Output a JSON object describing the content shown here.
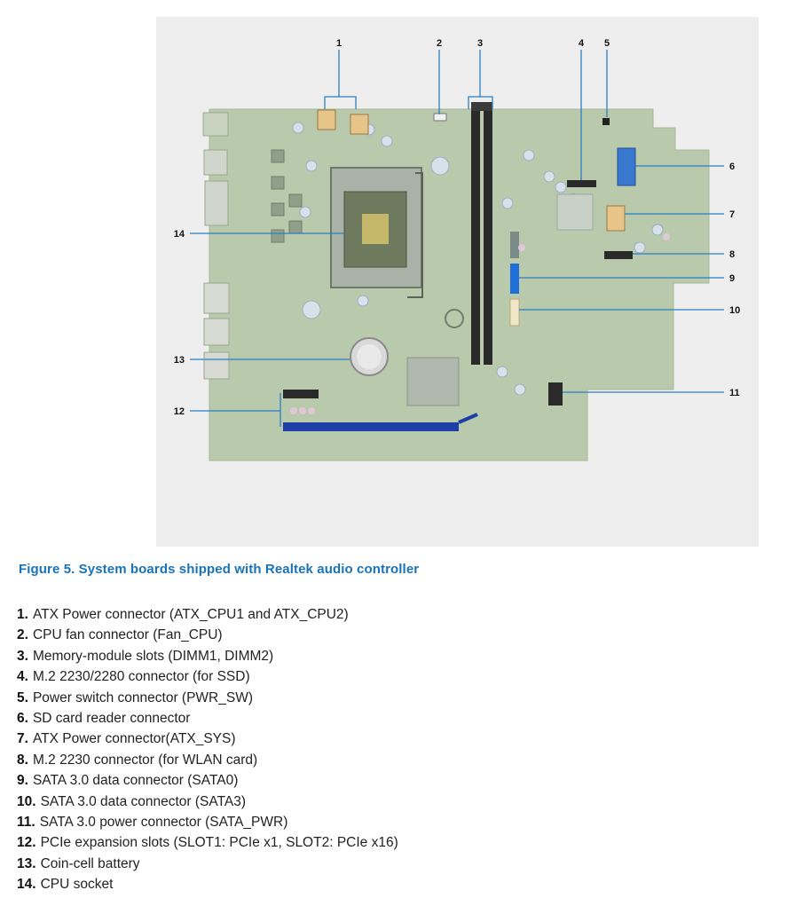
{
  "figure": {
    "caption": "Figure 5. System boards shipped with Realtek audio controller",
    "callouts": [
      "1",
      "2",
      "3",
      "4",
      "5",
      "6",
      "7",
      "8",
      "9",
      "10",
      "11",
      "12",
      "13",
      "14"
    ],
    "colors": {
      "board": "#b9c9ac",
      "panel": "#eeeeee",
      "dimm": "#2a2a2a",
      "pcie_x16": "#1f3fa8",
      "sata": "#1f6fd8",
      "power": "#e7c58a",
      "leader": "#2b7fc3",
      "caption": "#1a73b8"
    }
  },
  "legend": [
    {
      "num": "1.",
      "text": "ATX Power connector (ATX_CPU1 and ATX_CPU2)"
    },
    {
      "num": "2.",
      "text": "CPU fan connector (Fan_CPU)"
    },
    {
      "num": "3.",
      "text": "Memory-module slots (DIMM1, DIMM2)"
    },
    {
      "num": "4.",
      "text": "M.2 2230/2280 connector (for SSD)"
    },
    {
      "num": "5.",
      "text": "Power switch connector (PWR_SW)"
    },
    {
      "num": "6.",
      "text": "SD card reader connector"
    },
    {
      "num": "7.",
      "text": "ATX Power connector(ATX_SYS)"
    },
    {
      "num": "8.",
      "text": "M.2 2230 connector (for WLAN card)"
    },
    {
      "num": "9.",
      "text": "SATA 3.0 data connector (SATA0)"
    },
    {
      "num": "10.",
      "text": "SATA 3.0 data connector (SATA3)"
    },
    {
      "num": "11.",
      "text": "SATA 3.0 power connector (SATA_PWR)"
    },
    {
      "num": "12.",
      "text": "PCIe expansion slots (SLOT1: PCIe x1, SLOT2: PCIe x16)"
    },
    {
      "num": "13.",
      "text": "Coin-cell battery"
    },
    {
      "num": "14.",
      "text": "CPU socket"
    }
  ]
}
